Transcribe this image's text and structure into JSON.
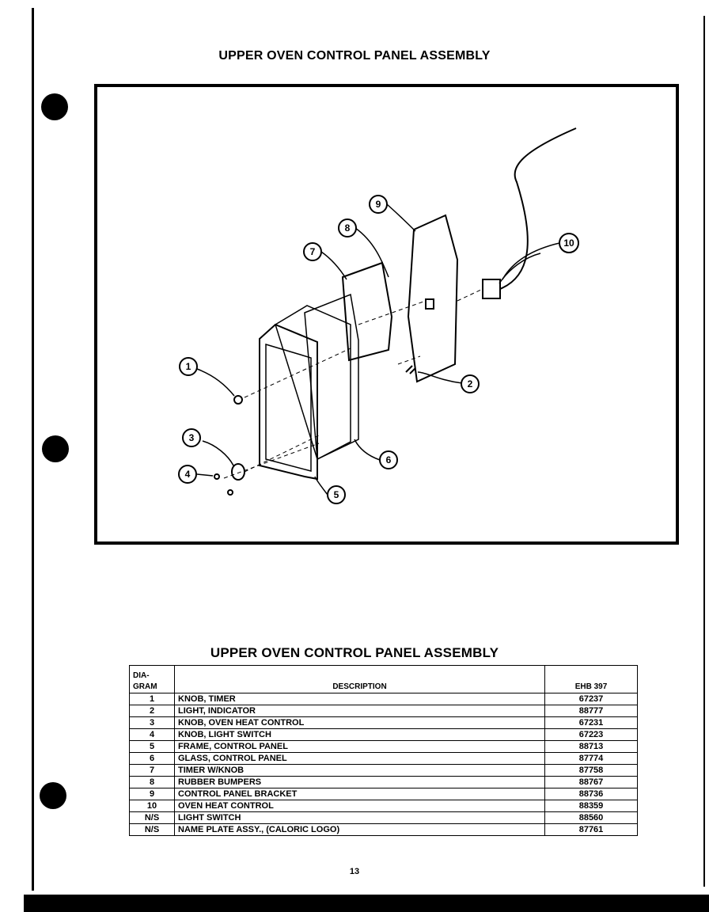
{
  "title_top": "UPPER OVEN CONTROL PANEL ASSEMBLY",
  "title_table": "UPPER OVEN CONTROL PANEL ASSEMBLY",
  "callouts": [
    "1",
    "2",
    "3",
    "4",
    "5",
    "6",
    "7",
    "8",
    "9",
    "10"
  ],
  "table": {
    "headers": {
      "diagram": "DIA-\nGRAM",
      "description": "DESCRIPTION",
      "part": "EHB 397"
    },
    "rows": [
      {
        "diagram": "1",
        "description": "KNOB, TIMER",
        "part": "67237"
      },
      {
        "diagram": "2",
        "description": "LIGHT, INDICATOR",
        "part": "88777"
      },
      {
        "diagram": "3",
        "description": "KNOB, OVEN HEAT CONTROL",
        "part": "67231"
      },
      {
        "diagram": "4",
        "description": "KNOB, LIGHT SWITCH",
        "part": "67223"
      },
      {
        "diagram": "5",
        "description": "FRAME, CONTROL PANEL",
        "part": "88713"
      },
      {
        "diagram": "6",
        "description": "GLASS, CONTROL PANEL",
        "part": "87774"
      },
      {
        "diagram": "7",
        "description": "TIMER W/KNOB",
        "part": "87758"
      },
      {
        "diagram": "8",
        "description": "RUBBER BUMPERS",
        "part": "88767"
      },
      {
        "diagram": "9",
        "description": "CONTROL PANEL BRACKET",
        "part": "88736"
      },
      {
        "diagram": "10",
        "description": "OVEN HEAT CONTROL",
        "part": "88359"
      },
      {
        "diagram": "N/S",
        "description": "LIGHT SWITCH",
        "part": "88560"
      },
      {
        "diagram": "N/S",
        "description": "NAME PLATE ASSY., (CALORIC LOGO)",
        "part": "87761"
      }
    ]
  },
  "page_number": "13"
}
